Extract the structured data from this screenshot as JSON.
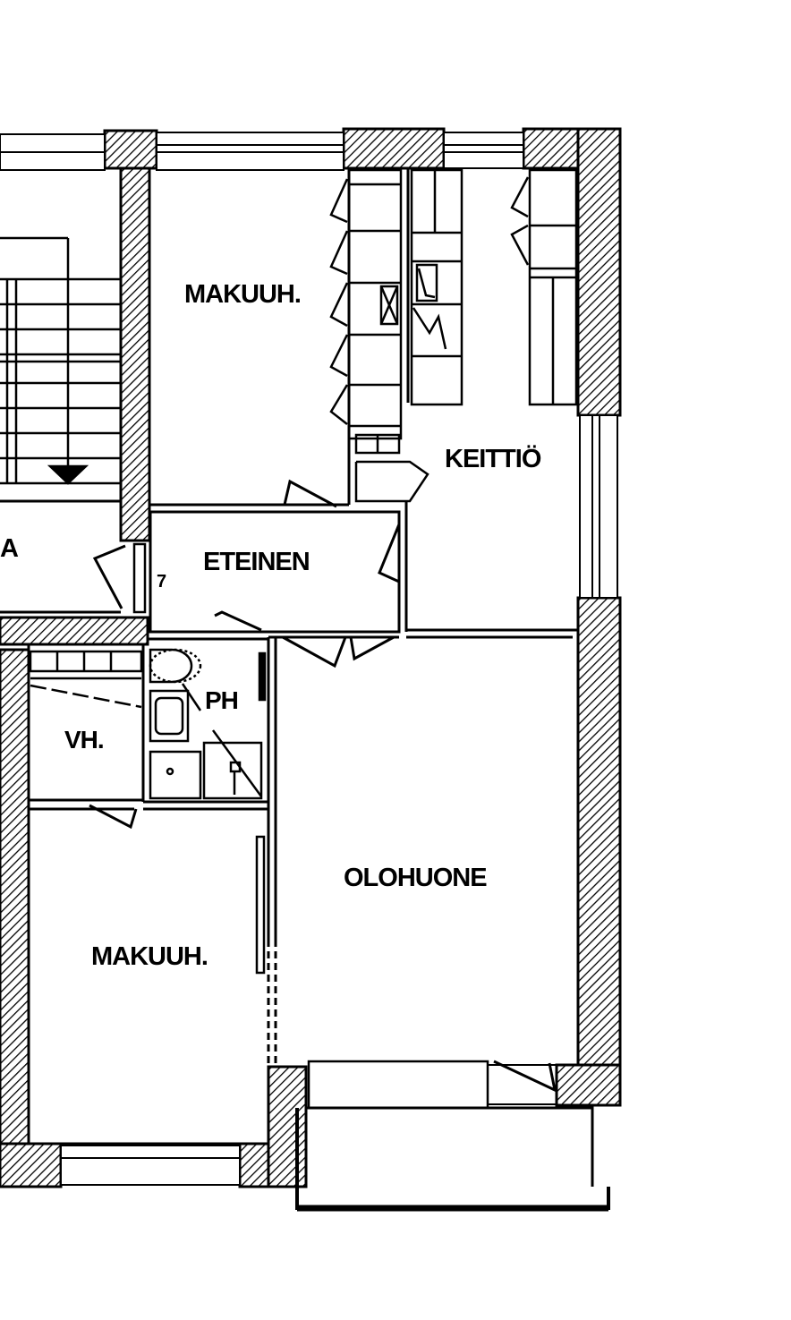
{
  "plan": {
    "rooms": {
      "bedroom_top": "MAKUUH.",
      "kitchen": "KEITTIÖ",
      "hall": "ETEINEN",
      "bathroom": "PH",
      "wardrobe": "VH.",
      "living": "OLOHUONE",
      "bedroom_bottom": "MAKUUH.",
      "stair_partial": "A"
    },
    "marker": "7"
  },
  "colors": {
    "ink": "#000000",
    "paper": "#ffffff"
  }
}
